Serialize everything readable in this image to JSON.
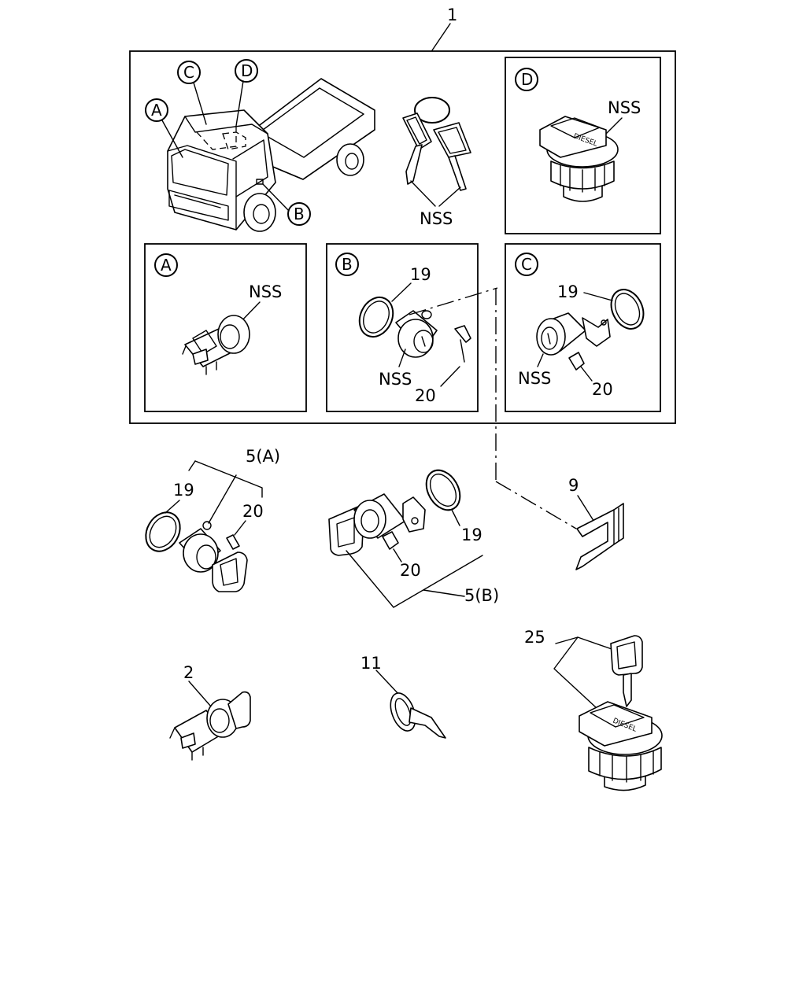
{
  "labels": {
    "assembly": "1",
    "nss": "NSS",
    "part19": "19",
    "part20": "20",
    "part5a": "5(A)",
    "part5b": "5(B)",
    "part9": "9",
    "part2": "2",
    "part11": "11",
    "part25": "25"
  },
  "callouts": {
    "a": "A",
    "b": "B",
    "c": "C",
    "d": "D"
  },
  "cap_text": "DIESEL"
}
